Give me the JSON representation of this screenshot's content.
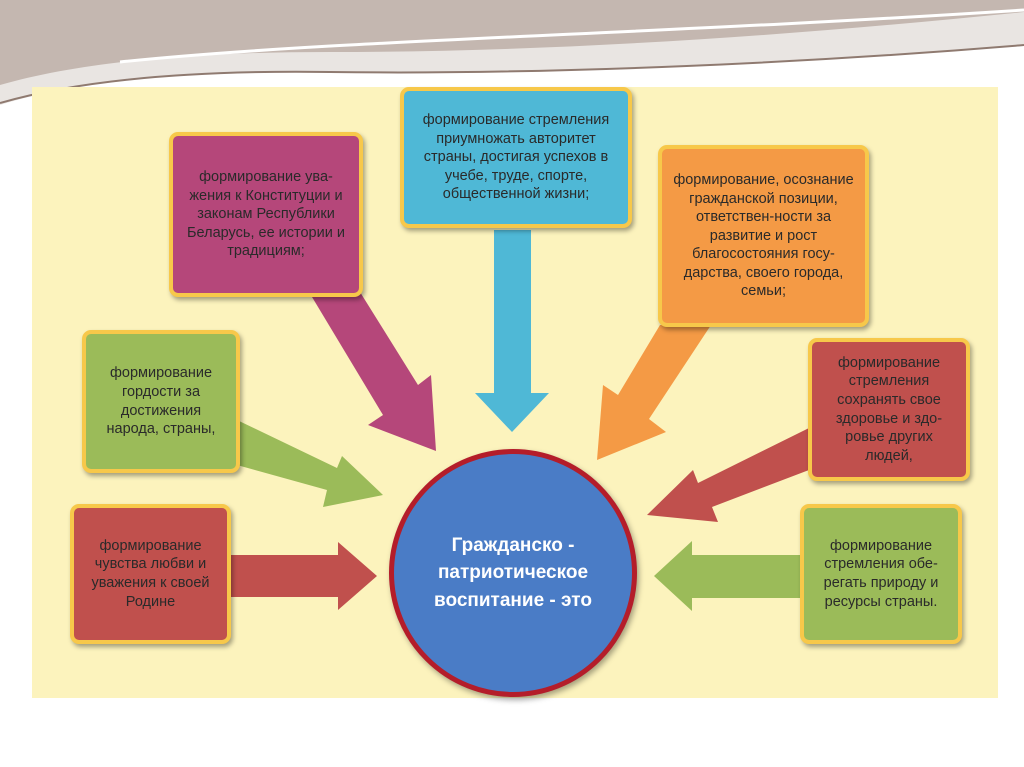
{
  "diagram": {
    "center_text": "Гражданско - патриотическое воспитание - это",
    "boxes": {
      "top_center": "формирование стремления приумножать авторитет страны, достигая успехов в учебе, труде, спорте, общественной жизни;",
      "top_left": "формирование ува-жения к Конституции и законам Республики Беларусь, ее истории и традициям;",
      "top_right": "формирование, осознание гражданской позиции, ответствен-ности за развитие и рост благосостояния госу-дарства, своего города, семьи;",
      "mid_left": "формирование гордости за достижения народа, страны,",
      "mid_right": "формирование стремления сохранять свое здоровье и здо-ровье других людей,",
      "bottom_left": "формирование чувства любви и уважения к своей Родине",
      "bottom_right": "формирование стремления обе-регать природу и ресурсы страны."
    },
    "colors": {
      "background": "#fcf3bd",
      "border": "#f7c84a",
      "center": "#4a7cc6",
      "center_ring": "#b41d2a",
      "blue": "#4fb8d6",
      "purple": "#b5477a",
      "orange": "#f49a45",
      "green": "#9bbb59",
      "red": "#c0504d"
    }
  }
}
